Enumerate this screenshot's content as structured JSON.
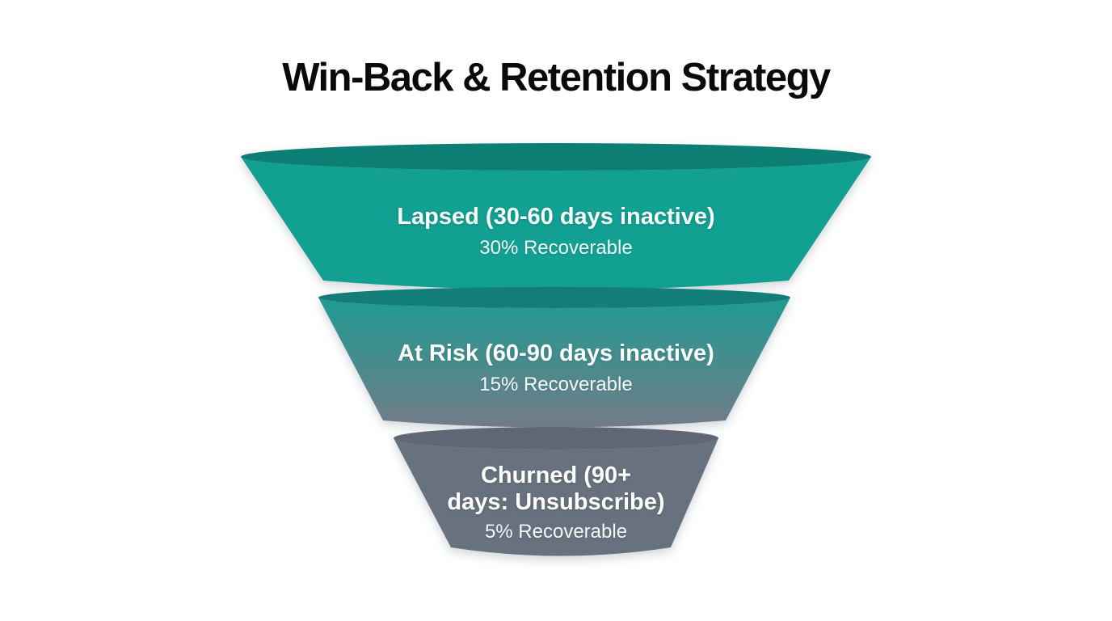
{
  "title": "Win-Back & Retention Strategy",
  "funnel": {
    "text_color": "#FFFFFF",
    "tiers": [
      {
        "id": "lapsed",
        "label_lines": [
          "Lapsed (30-60 days inactive)"
        ],
        "sublabel": "30% Recoverable",
        "body_color": "#12A092",
        "rim_color": "#0D7E73"
      },
      {
        "id": "at-risk",
        "label_lines": [
          "At Risk (60-90 days inactive)"
        ],
        "sublabel": "15% Recoverable",
        "body_color_top": "#1E9B92",
        "body_color_bottom": "#727C88",
        "rim_color": "#137E79"
      },
      {
        "id": "churned",
        "label_lines": [
          "Churned (90+",
          "days: Unsubscribe)"
        ],
        "sublabel": "5% Recoverable",
        "body_color": "#68717E",
        "rim_color": "#5E6773"
      }
    ]
  }
}
